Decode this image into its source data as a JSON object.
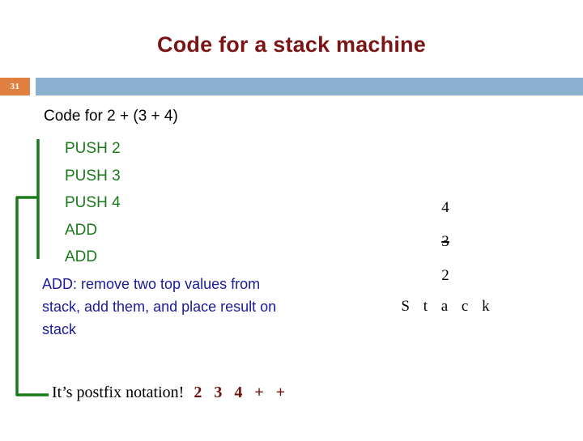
{
  "slide": {
    "title": "Code for a stack machine",
    "number": "31",
    "accent_orange": "#E08040",
    "accent_blue_bar": "#8CB0D0",
    "title_color": "#7B1515"
  },
  "code_block": {
    "heading": "Code for 2 + (3 + 4)",
    "color": "#1A7A1A",
    "instructions": [
      "PUSH 2",
      "PUSH 3",
      "PUSH 4",
      "ADD",
      "ADD"
    ]
  },
  "explanation": {
    "text": "ADD: remove two top values from stack, add them, and place result on stack",
    "color": "#1A1A9C"
  },
  "footer": {
    "note": "It’s postfix notation!",
    "tokens": "2  3  4  +  +",
    "token_color": "#6E1010"
  },
  "stack": {
    "label": "S t a c k",
    "cells": [
      {
        "value": "4",
        "popped": false
      },
      {
        "value": "3",
        "popped": true
      },
      {
        "value": "2",
        "popped": false
      }
    ]
  }
}
